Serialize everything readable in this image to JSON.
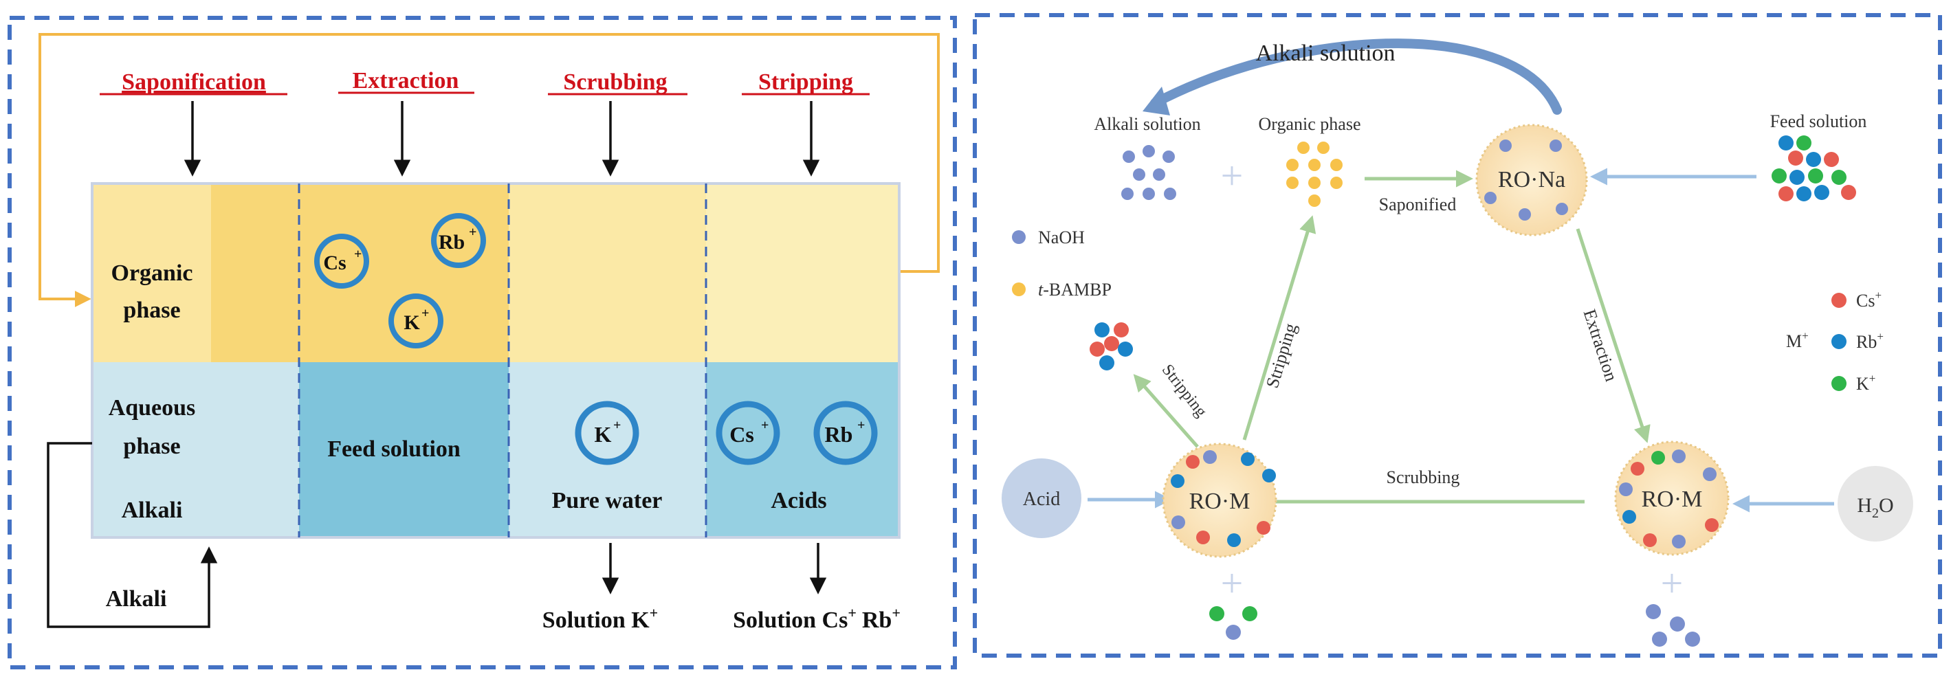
{
  "left_panel": {
    "step_labels": [
      "Saponification",
      "Extraction",
      "Scrubbing",
      "Stripping"
    ],
    "organic_phase": [
      "Organic",
      "phase"
    ],
    "aqueous_phase": [
      "Aqueous",
      "phase"
    ],
    "alkali_inside": "Alkali",
    "alkali_bottom": "Alkali",
    "feed_solution": "Feed solution",
    "pure_water": "Pure water",
    "acids": "Acids",
    "ions": {
      "cs": "Cs",
      "rb": "Rb",
      "k": "K",
      "plus": "+"
    },
    "solution_k": "Solution K",
    "solution_cs_rb": [
      "Solution Cs",
      "Rb"
    ],
    "colors": {
      "label_red": "#d0121b",
      "organic": "#fbe9a6",
      "organic_dark": "#f8d777",
      "aqueous": "#cde6ee",
      "aqueous_dark": "#7fc2da",
      "ring": "#2f86c8",
      "feedback_line": "#f3b746"
    }
  },
  "right_panel": {
    "alkali_solution_top": "Alkali solution",
    "alkali_solution": "Alkali solution",
    "organic_phase": "Organic phase",
    "feed_solution": "Feed solution",
    "saponified": "Saponified",
    "ro_na": "RO·Na",
    "ro_m_left": "RO·M",
    "ro_m_right": "RO·M",
    "stripping_diag": "Stripping",
    "stripping_left": "Stripping",
    "extraction": "Extraction",
    "scrubbing": "Scrubbing",
    "acid": "Acid",
    "h2o": "H",
    "h2o_sub": "2",
    "h2o_o": "O",
    "legend": {
      "naoh": "NaOH",
      "bambp_italic": "t",
      "bambp": "-BAMBP",
      "m_plus": "M",
      "cs": "Cs",
      "rb": "Rb",
      "k": "K",
      "plus": "+"
    },
    "colors": {
      "naoh": "#7a8fcd",
      "bambp": "#f7c24a",
      "cs": "#e65c50",
      "rb": "#1a84c9",
      "k": "#2fb54a",
      "arrow": "#a6cf98",
      "blue_arrow": "#9ec0e3",
      "cell": "#fbe3b8"
    }
  },
  "frame_color": "#4472c4"
}
